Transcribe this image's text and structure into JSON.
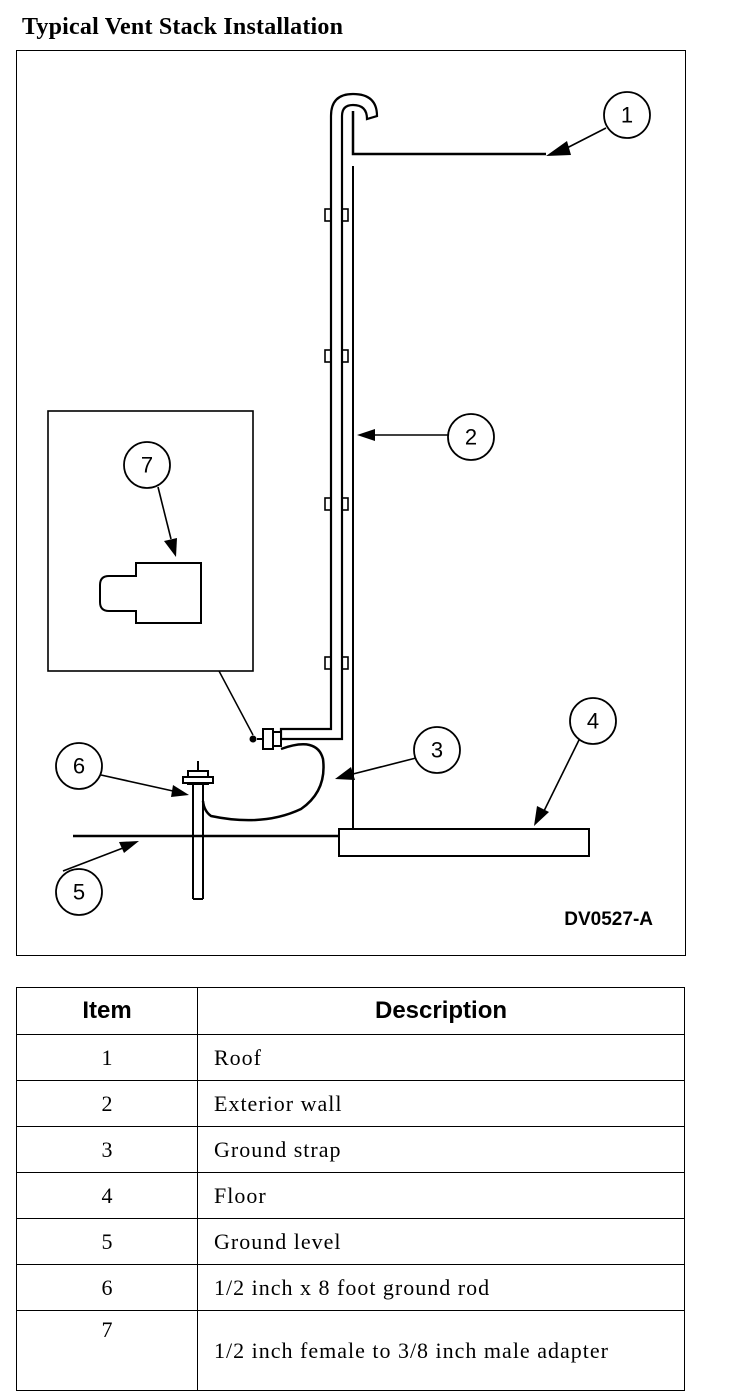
{
  "title": "Typical Vent Stack Installation",
  "figure_code": "DV0527-A",
  "callouts": [
    "1",
    "2",
    "3",
    "4",
    "5",
    "6",
    "7"
  ],
  "table": {
    "headers": {
      "item": "Item",
      "description": "Description"
    },
    "rows": [
      {
        "item": "1",
        "description": "Roof"
      },
      {
        "item": "2",
        "description": "Exterior wall"
      },
      {
        "item": "3",
        "description": "Ground strap"
      },
      {
        "item": "4",
        "description": "Floor"
      },
      {
        "item": "5",
        "description": "Ground level"
      },
      {
        "item": "6",
        "description": "1/2 inch x 8 foot ground rod"
      },
      {
        "item": "7",
        "description": "1/2 inch female to 3/8 inch male adapter"
      }
    ]
  }
}
